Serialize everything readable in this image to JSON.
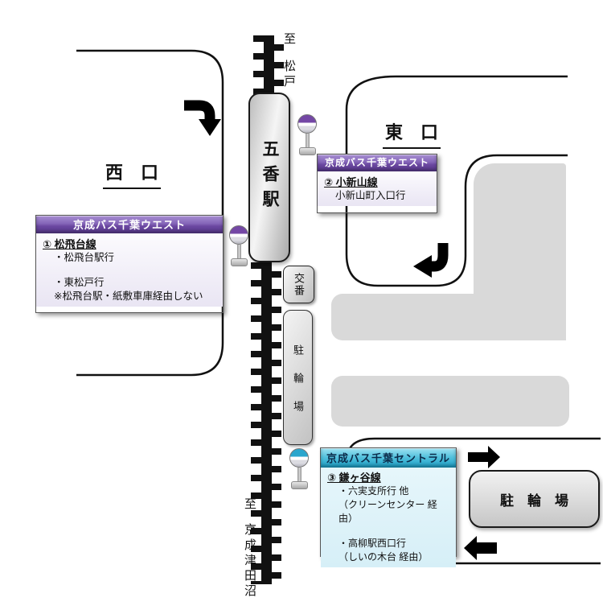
{
  "station_name": "五香駅",
  "west_exit_label": "西　口",
  "east_exit_label": "東　口",
  "rail_labels": {
    "north_to": "至",
    "north_dest": "松戸",
    "south_to": "至",
    "south_dest": "京成津田沼"
  },
  "facilities": {
    "police_box": "交番",
    "bicycle_parking_west": "駐輪場",
    "bicycle_parking_east": "駐　輪　場"
  },
  "bus_boxes": {
    "west": {
      "company": "京成バス千葉ウエスト",
      "route": "① 松飛台線",
      "dest1": "・松飛台駅行",
      "dest2": "・東松戸行",
      "note": "※松飛台駅・紙敷車庫経由しない"
    },
    "east": {
      "company": "京成バス千葉ウエスト",
      "route": "② 小新山線",
      "dest1": "小新山町入口行"
    },
    "central": {
      "company": "京成バス千葉セントラル",
      "route": "③ 鎌ヶ谷線",
      "dest1": "・六実支所行 他",
      "via1": "（クリーンセンター 経由）",
      "dest2": "・高柳駅西口行",
      "via2": "（しいの木台 経由）"
    }
  },
  "colors": {
    "west_company_header": "#6a47a0",
    "central_company_header": "#1ba0c8",
    "bus_stop_west_band": "#7447a5",
    "bus_stop_central_band": "#2aa6cd",
    "building_gray": "#d9d9d9",
    "road_line": "#111111"
  }
}
